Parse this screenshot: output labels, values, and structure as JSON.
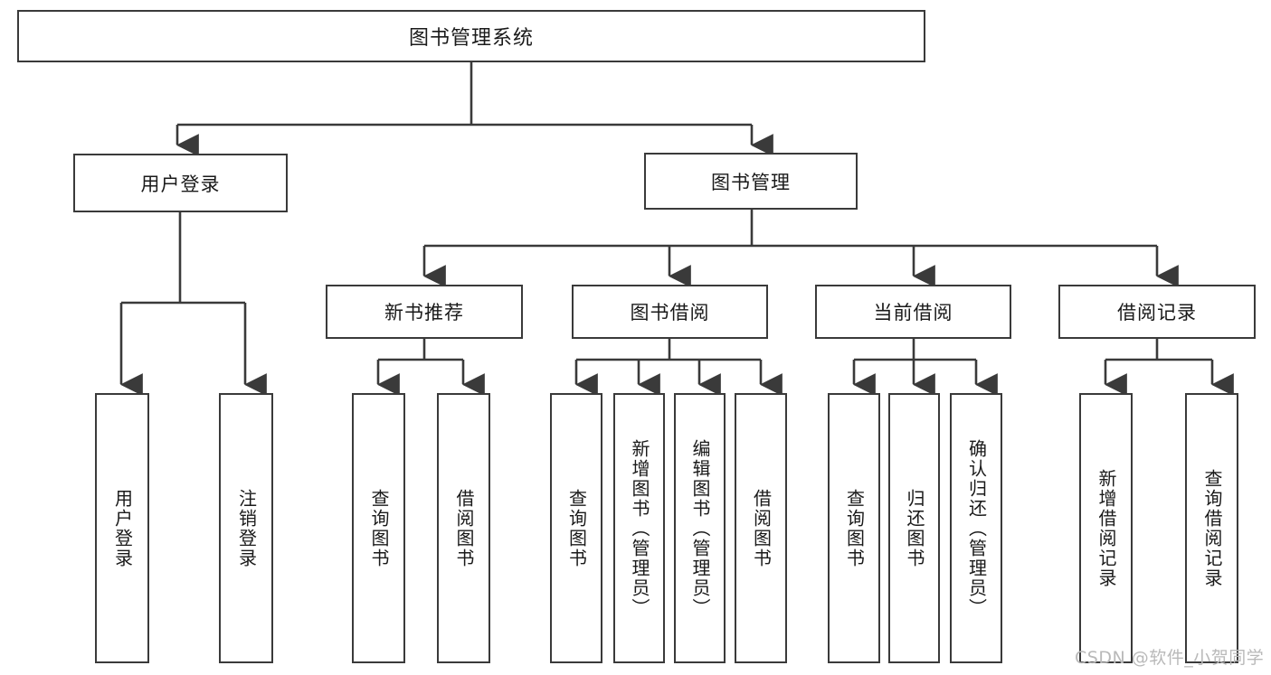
{
  "diagram": {
    "title": "图书管理系统",
    "type": "tree-hierarchy-chart",
    "root": {
      "label": "图书管理系统"
    },
    "level2": [
      {
        "label": "用户登录"
      },
      {
        "label": "图书管理"
      }
    ],
    "level3": [
      {
        "label": "新书推荐"
      },
      {
        "label": "图书借阅"
      },
      {
        "label": "当前借阅"
      },
      {
        "label": "借阅记录"
      }
    ],
    "leaves": {
      "user_login": [
        {
          "label": "用户登录"
        },
        {
          "label": "注销登录"
        }
      ],
      "new_book_recommend": [
        {
          "label": "查询图书"
        },
        {
          "label": "借阅图书"
        }
      ],
      "book_borrow": [
        {
          "label": "查询图书"
        },
        {
          "label": "新增图书（管理员）"
        },
        {
          "label": "编辑图书（管理员）"
        },
        {
          "label": "借阅图书"
        }
      ],
      "current_borrow": [
        {
          "label": "查询图书"
        },
        {
          "label": "归还图书"
        },
        {
          "label": "确认归还（管理员）"
        }
      ],
      "borrow_record": [
        {
          "label": "新增借阅记录"
        },
        {
          "label": "查询借阅记录"
        }
      ]
    }
  },
  "watermark": {
    "text": "CSDN @软件_小贺同学"
  },
  "colors": {
    "stroke": "#3a3a3a",
    "fill": "#ffffff",
    "text": "#1a1a1a",
    "watermark": "#b9b9b9"
  }
}
